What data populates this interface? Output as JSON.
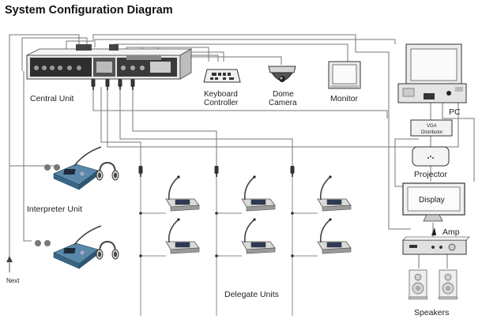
{
  "title": "System Configuration Diagram",
  "labels": {
    "central_unit": "Central Unit",
    "keyboard_controller": [
      "Keyboard",
      "Controller"
    ],
    "dome_camera": [
      "Dome",
      "Camera"
    ],
    "monitor": "Monitor",
    "pc": "PC",
    "vga_distributor": [
      "VGA",
      "Distributor"
    ],
    "projector": "Projector",
    "display": "Display",
    "amp": "Amp",
    "speakers": "Speakers",
    "interpreter_unit": "Interpreter Unit",
    "delegate_units": "Delegate Units",
    "next": "Next"
  },
  "colors": {
    "background": "#ffffff",
    "line": "#777777",
    "device_body": "#e6e6e6",
    "device_dark": "#333333",
    "interpreter_blue": "#3f6e8e"
  }
}
